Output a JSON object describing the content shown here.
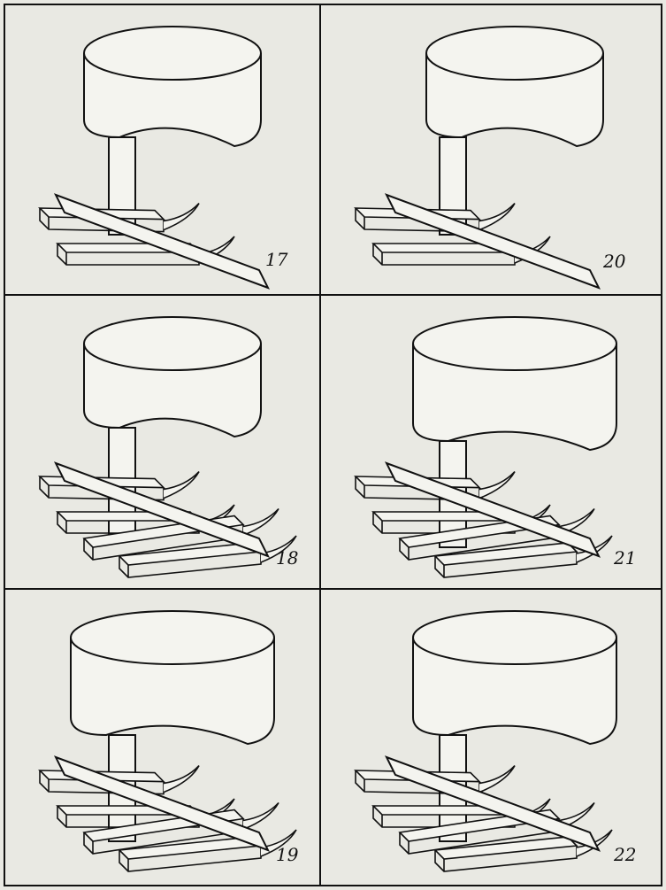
{
  "figure": {
    "panels": [
      {
        "number": "17"
      },
      {
        "number": "20"
      },
      {
        "number": "18"
      },
      {
        "number": "21"
      },
      {
        "number": "19"
      },
      {
        "number": "22"
      }
    ],
    "colors": {
      "paper": "#e9e9e3",
      "ink": "#111111",
      "fill": "#f4f4ef"
    }
  }
}
